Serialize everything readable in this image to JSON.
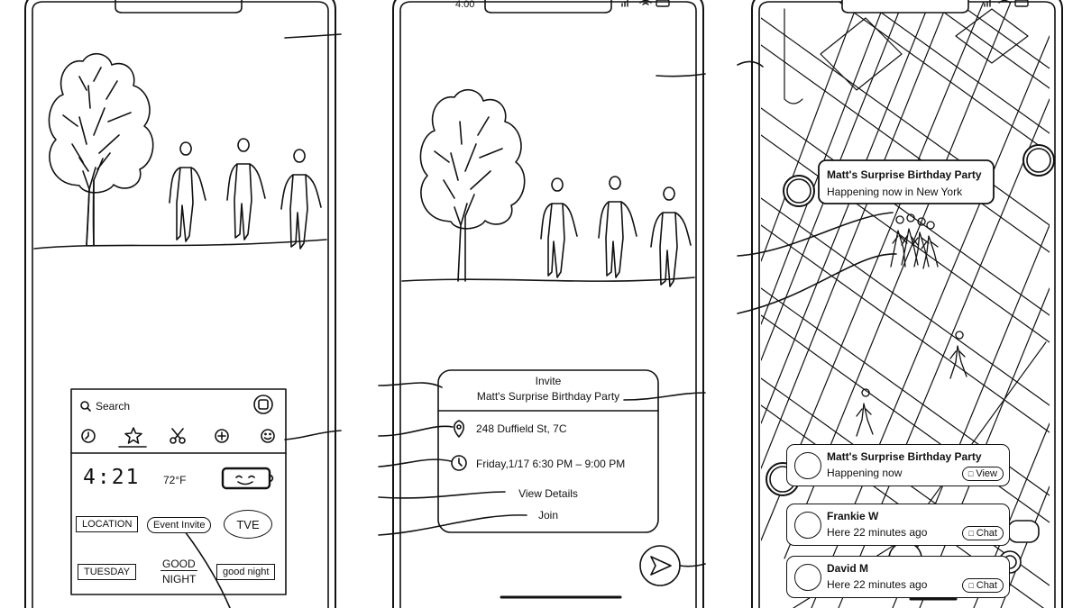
{
  "phone_left": {
    "keyboard": {
      "search_label": "Search",
      "category_icons": [
        "clock-icon",
        "star-icon",
        "scissors-icon",
        "plus-circle-icon",
        "smiley-icon"
      ],
      "stickers": {
        "time": "4:21",
        "temperature": "72°F",
        "location": "LOCATION",
        "event_invite": "Event Invite",
        "tve": "TVE",
        "tuesday": "TUESDAY",
        "good": "GOOD",
        "night": "NIGHT",
        "good_night": "good night"
      }
    }
  },
  "phone_middle": {
    "status_time": "4:00",
    "invite": {
      "heading": "Invite",
      "title": "Matt's Surprise Birthday Party",
      "address": "248 Duffield St, 7C",
      "datetime": "Friday,1/17 6:30 PM – 9:00 PM",
      "view_details": "View Details",
      "join": "Join"
    }
  },
  "phone_right": {
    "map_bubble": {
      "title": "Matt's Surprise Birthday Party",
      "subtitle": "Happening now in New York"
    },
    "cards": [
      {
        "title": "Matt's Surprise Birthday Party",
        "subtitle": "Happening now",
        "action": "View"
      },
      {
        "title": "Frankie W",
        "subtitle": "Here 22 minutes ago",
        "action": "Chat"
      },
      {
        "title": "David M",
        "subtitle": "Here 22 minutes ago",
        "action": "Chat"
      }
    ]
  }
}
